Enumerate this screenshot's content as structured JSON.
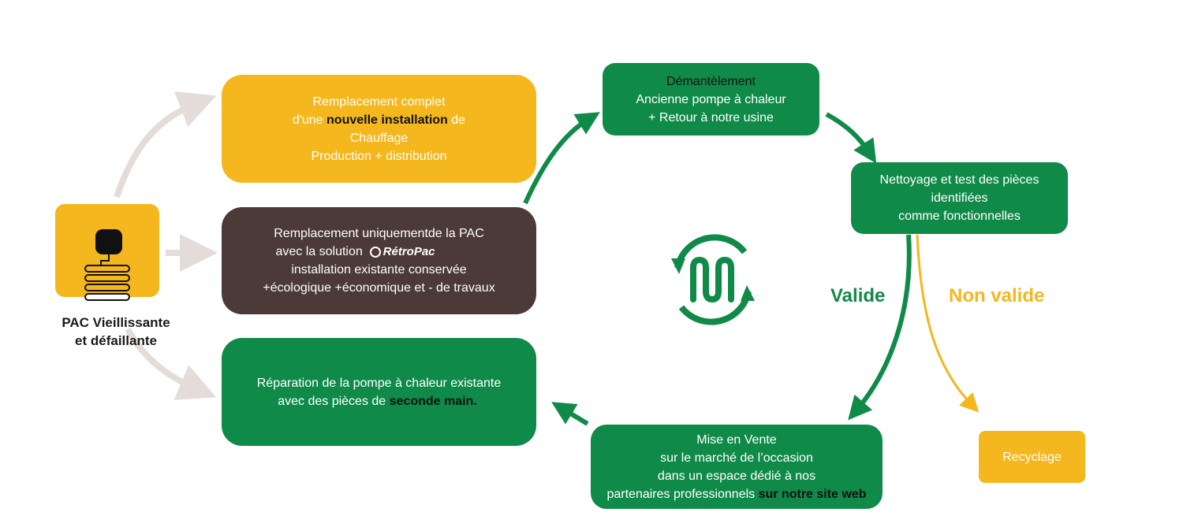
{
  "pac": {
    "line1": "PAC Vieillissante",
    "line2": "et défaillante"
  },
  "box_complete": {
    "line1": "Remplacement complet",
    "line2_pre": "d'une ",
    "line2_hl": "nouvelle installation",
    "line2_post": " de",
    "line3": "Chauffage",
    "line4": "Production + distribution"
  },
  "box_retropac": {
    "line1": "Remplacement uniquementde la PAC",
    "line2_pre": "avec la solution",
    "logo_text": "RétroPac",
    "line3": "installation existante conservée",
    "line4": "+écologique  +économique et - de travaux"
  },
  "box_repair": {
    "line1": "Réparation de la pompe à chaleur existante",
    "line2_pre": "avec des pièces de ",
    "line2_hl": "seconde main."
  },
  "box_demantelement": {
    "line1": "Démantèlement",
    "line2": "Ancienne pompe à chaleur",
    "line3": "+ Retour à notre usine"
  },
  "box_nettoyage": {
    "line1": "Nettoyage et test des pièces",
    "line2": "identifiées",
    "line3": "comme fonctionnelles"
  },
  "box_vente": {
    "line1": "Mise en Vente",
    "line2": "sur le marché de l’occasion",
    "line3": "dans un espace dédié à nos",
    "line4_pre": "partenaires professionnels ",
    "line4_hl": "sur notre site web"
  },
  "box_recyclage": {
    "label": "Recyclage"
  },
  "labels": {
    "valide": "Valide",
    "non_valide": "Non valide"
  },
  "colors": {
    "yellow": "#f4b71d",
    "green": "#108a48",
    "brown": "#4b3a38",
    "arrow_grey": "#e4dcd8"
  },
  "icons": {
    "pac": "heat-pump-icon",
    "cycle": "recycle-coil-icon"
  }
}
